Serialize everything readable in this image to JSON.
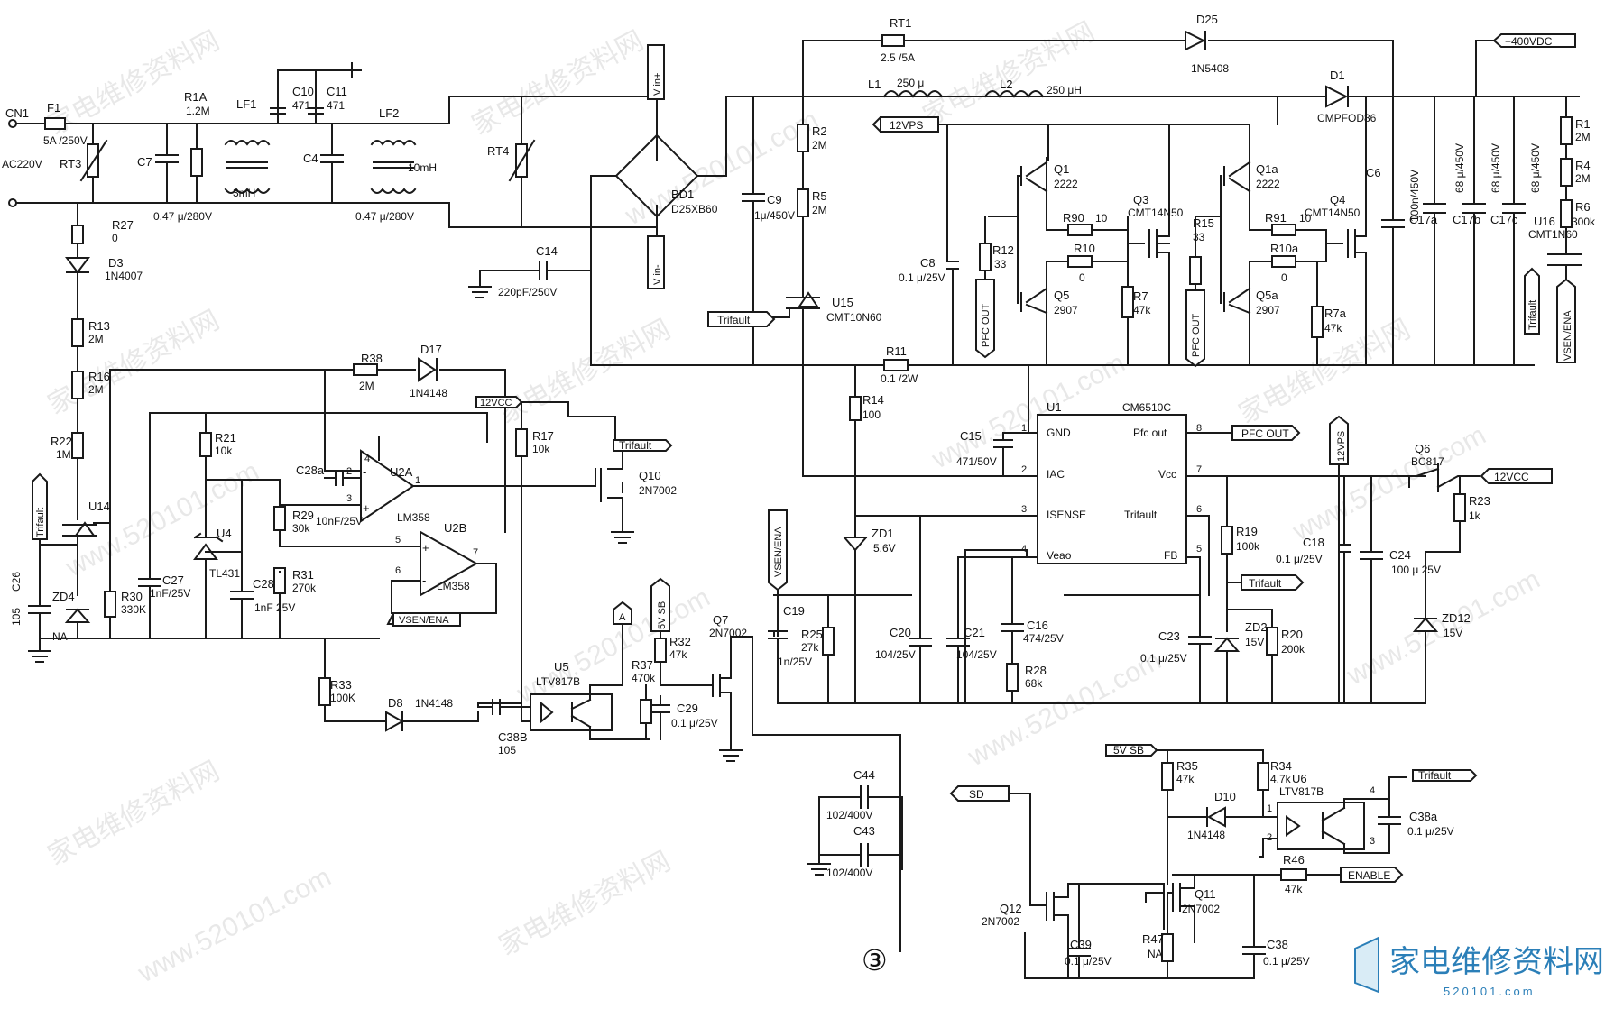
{
  "components": {
    "CN1": {
      "ref": "CN1",
      "label": "AC220V"
    },
    "F1": {
      "ref": "F1",
      "value": "5A /250V"
    },
    "RT3": {
      "ref": "RT3"
    },
    "C7": {
      "ref": "C7"
    },
    "R1A": {
      "ref": "R1A",
      "value": "1.2M"
    },
    "C7_note": {
      "value": "0.47 μ/280V"
    },
    "LF1": {
      "ref": "LF1",
      "value": "3mH"
    },
    "C10": {
      "ref": "C10",
      "value": "471"
    },
    "C11": {
      "ref": "C11",
      "value": "471"
    },
    "C4": {
      "ref": "C4",
      "value": "0.47 μ/280V"
    },
    "LF2": {
      "ref": "LF2",
      "value": "10mH"
    },
    "RT4": {
      "ref": "RT4"
    },
    "BD1": {
      "ref": "BD1",
      "value": "D25XB60"
    },
    "C9": {
      "ref": "C9",
      "value": "1μ/450V"
    },
    "C14": {
      "ref": "C14",
      "value": "220pF/250V"
    },
    "R27": {
      "ref": "R27",
      "value": "0"
    },
    "D3": {
      "ref": "D3",
      "value": "1N4007"
    },
    "RT1": {
      "ref": "RT1",
      "value": "2.5 /5A"
    },
    "D25": {
      "ref": "D25",
      "value": "1N5408"
    },
    "L1": {
      "ref": "L1",
      "value": "250 μ"
    },
    "L2": {
      "ref": "L2",
      "value": "250 μH"
    },
    "D1": {
      "ref": "D1",
      "value": "CMPFOD86"
    },
    "R2": {
      "ref": "R2",
      "value": "2M"
    },
    "R5": {
      "ref": "R5",
      "value": "2M"
    },
    "U15": {
      "ref": "U15",
      "value": "CMT10N60"
    },
    "Q1": {
      "ref": "Q1",
      "value": "2222"
    },
    "Q1a": {
      "ref": "Q1a",
      "value": "2222"
    },
    "Q3": {
      "ref": "Q3",
      "value": "CMT14N50"
    },
    "Q4": {
      "ref": "Q4",
      "value": "CMT14N50"
    },
    "Q5": {
      "ref": "Q5",
      "value": "2907"
    },
    "Q5a": {
      "ref": "Q5a",
      "value": "2907"
    },
    "R90": {
      "ref": "R90",
      "value": "10"
    },
    "R91": {
      "ref": "R91",
      "value": "10"
    },
    "R10": {
      "ref": "R10",
      "value": "0"
    },
    "R10a": {
      "ref": "R10a",
      "value": "0"
    },
    "R7": {
      "ref": "R7",
      "value": "47k"
    },
    "R7a": {
      "ref": "R7a",
      "value": "47k"
    },
    "R12": {
      "ref": "R12",
      "value": "33"
    },
    "R15": {
      "ref": "R15",
      "value": "33"
    },
    "C8": {
      "ref": "C8",
      "value": "0.1 μ/25V"
    },
    "C6": {
      "ref": "C6",
      "value": "100n/450V"
    },
    "C17a": {
      "ref": "C17a",
      "value": "68 μ/450V"
    },
    "C17b": {
      "ref": "C17b",
      "value": "68 μ/450V"
    },
    "C17c": {
      "ref": "C17c",
      "value": "68 μ/450V"
    },
    "U16": {
      "ref": "U16",
      "value": "CMT1N60"
    },
    "R1": {
      "ref": "R1",
      "value": "2M"
    },
    "R4": {
      "ref": "R4",
      "value": "2M"
    },
    "R6": {
      "ref": "R6",
      "value": "300k"
    },
    "R11": {
      "ref": "R11",
      "value": "0.1 /2W"
    },
    "R14": {
      "ref": "R14",
      "value": "100"
    },
    "C15": {
      "ref": "C15",
      "value": "471/50V"
    },
    "U1": {
      "ref": "U1",
      "value": "CM6510C"
    },
    "ZD1": {
      "ref": "ZD1",
      "value": "5.6V"
    },
    "C19": {
      "ref": "C19",
      "value": "1n/25V"
    },
    "R25": {
      "ref": "R25",
      "value": "27k"
    },
    "C20": {
      "ref": "C20",
      "value": "104/25V"
    },
    "C21": {
      "ref": "C21",
      "value": "104/25V"
    },
    "C16": {
      "ref": "C16",
      "value": "474/25V"
    },
    "R28": {
      "ref": "R28",
      "value": "68k"
    },
    "C23": {
      "ref": "C23",
      "value": "0.1 μ/25V"
    },
    "R19": {
      "ref": "R19",
      "value": "100k"
    },
    "ZD2": {
      "ref": "ZD2",
      "value": "15V"
    },
    "R20": {
      "ref": "R20",
      "value": "200k"
    },
    "C18": {
      "ref": "C18",
      "value": "0.1 μ/25V"
    },
    "C24": {
      "ref": "C24",
      "value": "100 μ 25V"
    },
    "Q6": {
      "ref": "Q6",
      "value": "BC817"
    },
    "R23": {
      "ref": "R23",
      "value": "1k"
    },
    "ZD12": {
      "ref": "ZD12",
      "value": "15V"
    },
    "R13": {
      "ref": "R13",
      "value": "2M"
    },
    "R16": {
      "ref": "R16",
      "value": "2M"
    },
    "R22": {
      "ref": "R22",
      "value": "1M"
    },
    "U14": {
      "ref": "U14"
    },
    "C26": {
      "ref": "C26",
      "value": "105"
    },
    "ZD4": {
      "ref": "ZD4",
      "value": "NA"
    },
    "R30": {
      "ref": "R30",
      "value": "330K"
    },
    "C27": {
      "ref": "C27",
      "value": "1nF/25V"
    },
    "R21": {
      "ref": "R21",
      "value": "10k"
    },
    "U4": {
      "ref": "U4",
      "value": "TL431"
    },
    "C28": {
      "ref": "C28",
      "value": "1nF 25V"
    },
    "C28a": {
      "ref": "C28a",
      "value": "10nF/25V"
    },
    "R29": {
      "ref": "R29",
      "value": "30k"
    },
    "R31": {
      "ref": "R31",
      "value": "270k"
    },
    "R38": {
      "ref": "R38",
      "value": "2M"
    },
    "D17": {
      "ref": "D17",
      "value": "1N4148"
    },
    "U2A": {
      "ref": "U2A",
      "value": "LM358"
    },
    "U2B": {
      "ref": "U2B",
      "value": "LM358"
    },
    "R17": {
      "ref": "R17",
      "value": "10k"
    },
    "Q10": {
      "ref": "Q10",
      "value": "2N7002"
    },
    "R33": {
      "ref": "R33",
      "value": "100K"
    },
    "D8": {
      "ref": "D8",
      "value": "1N4148"
    },
    "U5": {
      "ref": "U5",
      "value": "LTV817B"
    },
    "C38B": {
      "ref": "C38B",
      "value": "105"
    },
    "R37": {
      "ref": "R37",
      "value": "470k"
    },
    "R32": {
      "ref": "R32",
      "value": "47k"
    },
    "C29": {
      "ref": "C29",
      "value": "0.1 μ/25V"
    },
    "Q7": {
      "ref": "Q7",
      "value": "2N7002"
    },
    "C44": {
      "ref": "C44",
      "value": "102/400V"
    },
    "C43": {
      "ref": "C43",
      "value": "102/400V"
    },
    "Q12": {
      "ref": "Q12",
      "value": "2N7002"
    },
    "C39": {
      "ref": "C39",
      "value": "0.1 μ/25V"
    },
    "R35": {
      "ref": "R35",
      "value": "47k"
    },
    "R34": {
      "ref": "R34",
      "value": "4.7k"
    },
    "D10": {
      "ref": "D10",
      "value": "1N4148"
    },
    "U6": {
      "ref": "U6",
      "value": "LTV817B"
    },
    "C38a": {
      "ref": "C38a",
      "value": "0.1 μ/25V"
    },
    "Q11": {
      "ref": "Q11",
      "value": "2N7002"
    },
    "R46": {
      "ref": "R46",
      "value": "47k"
    },
    "R47": {
      "ref": "R47",
      "value": "NA"
    },
    "C38": {
      "ref": "C38",
      "value": "0.1 μ/25V"
    }
  },
  "ic_pins": {
    "gnd": "GND",
    "iac": "IAC",
    "isense": "ISENSE",
    "veao": "Veao",
    "pfc_out": "Pfc out",
    "vcc": "Vcc",
    "trifault": "Trifault",
    "fb": "FB",
    "n1": "1",
    "n2": "2",
    "n3": "3",
    "n4": "4",
    "n5": "5",
    "n6": "6",
    "n7": "7",
    "n8": "8"
  },
  "nets": {
    "v400": "+400VDC",
    "v12ps": "12VPS",
    "v12vcc": "12VCC",
    "trifault": "Trifault",
    "pfc_out": "PFC OUT",
    "vsen_ena": "VSEN/ENA",
    "v5sb": "5V SB",
    "sd": "SD",
    "enable": "ENABLE",
    "a": "A",
    "vin_plus": "V in+",
    "vin_minus": "V in-"
  },
  "page_number": "③",
  "watermark": {
    "url": "www.520101.com",
    "site": "家电维修资料网",
    "logo_text": "家电维修资料网",
    "logo_url": "520101.com"
  }
}
